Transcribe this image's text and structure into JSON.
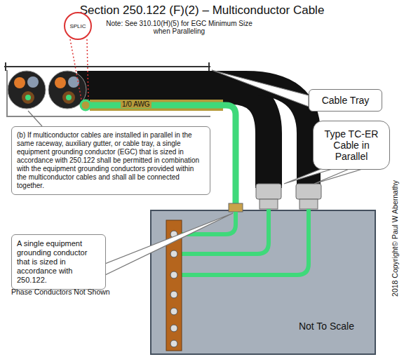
{
  "diagram": {
    "title": "Section 250.122 (F)(2) – Multiconductor Cable",
    "nodes": [
      {
        "text": [
          "SPLIC"
        ]
      },
      {
        "text": [
          "Cable Tray"
        ]
      },
      {
        "text": [
          "Type TC-ER Cable in Parallel"
        ]
      },
      {
        "text": [
          "(b) If multiconductor cables are installed in parallel in the same raceway, auxiliary gutter, or cable tray, a single equipment grounding conductor (EGC) that is sized in accordance with 250.122 shall be permitted in combination with the equipment grounding conductors provided within the multiconductor cables and shall all be connected together."
        ]
      },
      {
        "text": [
          "Not To Scale"
        ]
      },
      {
        "text": [
          "A single equipment grounding conductor that is sized in accordance with 250.122."
        ]
      }
    ],
    "labels": [
      "Note: See 310.10(H)(5) for EGC Minimum Size when Paralleling",
      "1/0 AWG",
      "Phase Conductors Not Shown",
      "2018 Copyright© Paul W Abernathy"
    ]
  }
}
